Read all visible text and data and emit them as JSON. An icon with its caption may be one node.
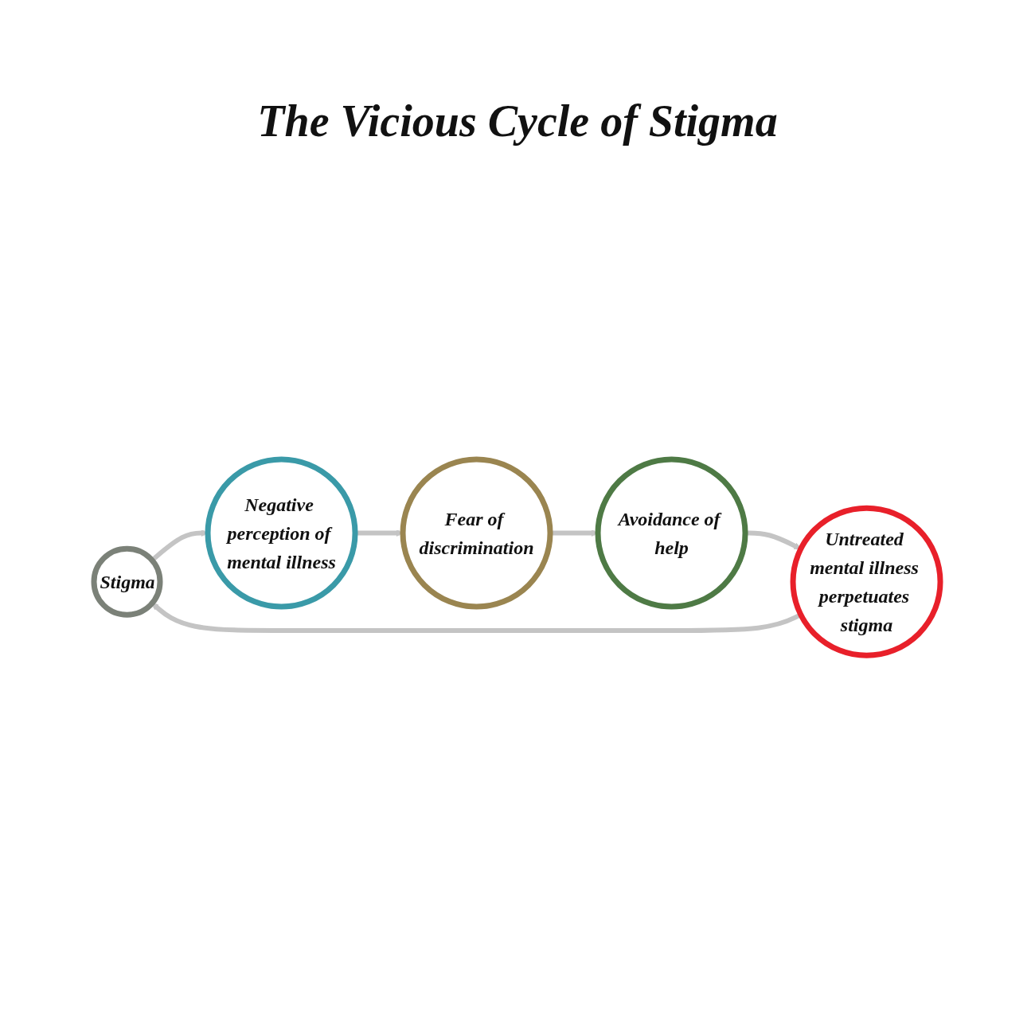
{
  "diagram": {
    "title": "The Vicious Cycle of Stigma",
    "nodes": [
      {
        "text": [
          "Stigma"
        ]
      },
      {
        "text": [
          "Negative perception of mental illness"
        ]
      },
      {
        "text": [
          "Fear of discrimination"
        ]
      },
      {
        "text": [
          "Avoidance of help"
        ]
      },
      {
        "text": [
          "Untreated mental illness perpetuates stigma"
        ]
      }
    ],
    "edges": [
      {
        "from": 0,
        "to": 1,
        "arrow": "to"
      },
      {
        "from": 1,
        "to": 2,
        "arrow": "to"
      },
      {
        "from": 2,
        "to": 3,
        "arrow": "to"
      },
      {
        "from": 3,
        "to": 4,
        "arrow": "to"
      },
      {
        "from": 4,
        "to": 0,
        "arrow": "to"
      }
    ]
  }
}
